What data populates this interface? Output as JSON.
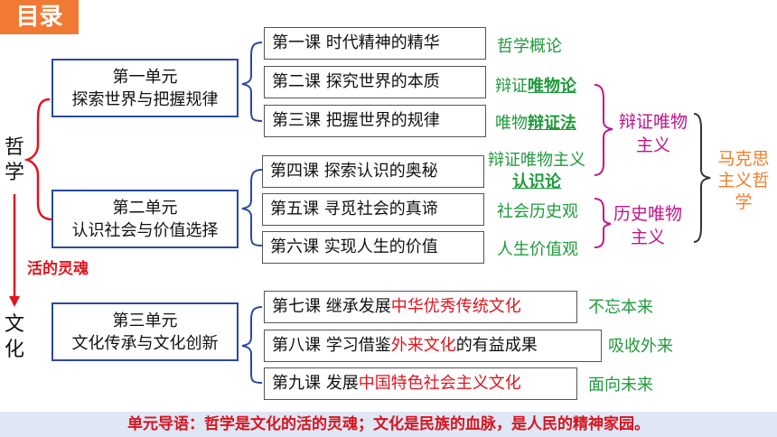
{
  "title": "目录",
  "left": {
    "philosophy": [
      "哲",
      "学"
    ],
    "culture": [
      "文",
      "化"
    ],
    "soul_label": "活的灵魂"
  },
  "units": [
    {
      "line1": "第一单元",
      "line2": "探索世界与把握规律"
    },
    {
      "line1": "第二单元",
      "line2": "认识社会与价值选择"
    },
    {
      "line1": "第三单元",
      "line2": "文化传承与文化创新"
    }
  ],
  "lessons": [
    {
      "pre": "第一课  时代精神的精华",
      "hl": "",
      "post": ""
    },
    {
      "pre": "第二课  探究世界的本质",
      "hl": "",
      "post": ""
    },
    {
      "pre": "第三课  把握世界的规律",
      "hl": "",
      "post": ""
    },
    {
      "pre": "第四课  探索认识的奥秘",
      "hl": "",
      "post": ""
    },
    {
      "pre": "第五课  寻觅社会的真谛",
      "hl": "",
      "post": ""
    },
    {
      "pre": "第六课  实现人生的价值",
      "hl": "",
      "post": ""
    },
    {
      "pre": "第七课  继承发展",
      "hl": "中华优秀传统文化",
      "post": ""
    },
    {
      "pre": "第八课  学习借鉴",
      "hl": "外来文化",
      "post": "的有益成果"
    },
    {
      "pre": "第九课  发展",
      "hl": "中国特色社会主义文化",
      "post": ""
    }
  ],
  "notes": {
    "n1": "哲学概论",
    "n2_pre": "辩证",
    "n2_bold": "唯物论",
    "n3_pre": "唯物",
    "n3_bold": "辩证法",
    "n4_line1": "辩证唯物主义",
    "n4_bold": "认识论",
    "n5": "社会历史观",
    "n6": "人生价值观",
    "n7": "不忘本来",
    "n8": "吸收外来",
    "n9": "面向未来"
  },
  "groups": {
    "dialectical": [
      "辩证唯物",
      "主义"
    ],
    "historical": [
      "历史唯物",
      "主义"
    ],
    "marxism": [
      "马克思",
      "主义哲",
      "学"
    ]
  },
  "footer": "单元导语：哲学是文化的活的灵魂；文化是民族的血脉，是人民的精神家园。",
  "colors": {
    "accent": "#f07a34",
    "unit_border": "#2b4a9c",
    "red": "#e0141e",
    "green": "#1f9a3c",
    "magenta": "#c0148c",
    "orange": "#f08030"
  }
}
